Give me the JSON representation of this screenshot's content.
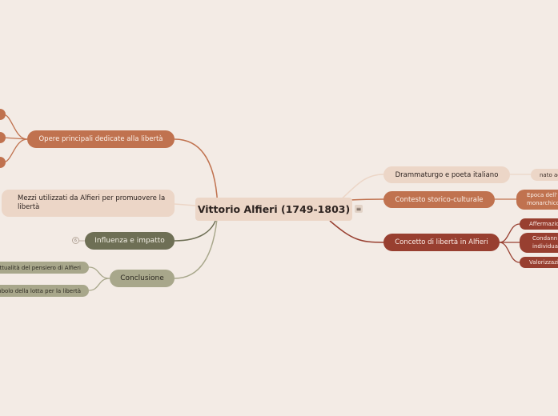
{
  "mindmap": {
    "central": {
      "label": "Vittorio Alfieri (1749-1803)"
    },
    "left": {
      "opere": {
        "label": "Opere principali dedicate alla libertà"
      },
      "mezzi": {
        "label": "Mezzi utilizzati da Alfieri per promuovere la libertà"
      },
      "influenza": {
        "label": "Influenza e impatto",
        "collapsed_count": "6"
      },
      "conclusione": {
        "label": "Conclusione",
        "children": [
          {
            "label": "Attualità del pensiero di Alfieri"
          },
          {
            "label": "Simbolo della lotta per la libertà"
          }
        ]
      }
    },
    "right": {
      "drammaturgo": {
        "label": "Drammaturgo e poeta italiano",
        "child": "nato ad"
      },
      "contesto": {
        "label": "Contesto storico-culturale",
        "child": "Epoca dell'\nmonarchico"
      },
      "concetto": {
        "label": "Concetto di libertà in Alfieri",
        "children": [
          {
            "label": "Affermazio"
          },
          {
            "label": "Condann\nindividua"
          },
          {
            "label": "Valorizzazi"
          }
        ]
      }
    }
  },
  "colors": {
    "background": "#f3ebe5",
    "central": "#ecd6c7",
    "copper": "#c0724f",
    "olive_dark": "#6e6f55",
    "olive_light": "#a8a78b",
    "maroon": "#983f30"
  },
  "icons": {
    "notes": "notes-icon"
  }
}
